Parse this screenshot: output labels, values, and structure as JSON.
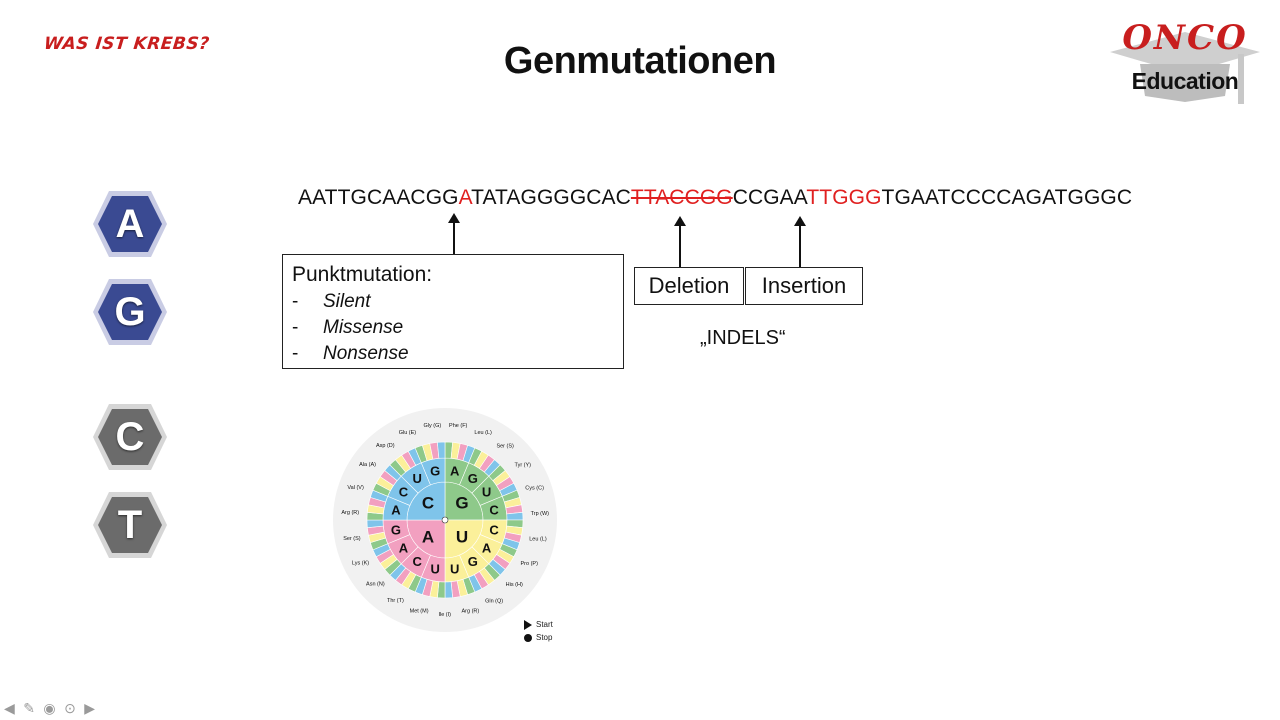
{
  "header": {
    "brand_left": "WAS IST KREBS?",
    "title": "Genmutationen",
    "logo_top": "ONCO",
    "logo_bottom": "Education"
  },
  "nucleotides": [
    {
      "letter": "A",
      "color": "#3a4a92"
    },
    {
      "letter": "G",
      "color": "#3a4a92"
    },
    {
      "letter": "C",
      "color": "#6b6b6b"
    },
    {
      "letter": "T",
      "color": "#6b6b6b"
    }
  ],
  "sequence": {
    "seg1": "AATTGCAACGG",
    "point": "A",
    "seg2": "TATAGGGGCAC",
    "deleted": "TTACCGG",
    "seg3": "CCGAA",
    "inserted": "TTGGG",
    "seg4": "TGAATCCCCAGATGGGC"
  },
  "point_mutation": {
    "title": "Punktmutation:",
    "items": [
      "Silent",
      "Missense",
      "Nonsense"
    ],
    "dash": "-"
  },
  "deletion_label": "Deletion",
  "insertion_label": "Insertion",
  "indels_label": "„INDELS“",
  "codon_wheel": {
    "inner": [
      "G",
      "U",
      "A",
      "C"
    ],
    "middle": [
      "A",
      "G",
      "U",
      "C",
      "C",
      "A",
      "G",
      "U",
      "U",
      "C",
      "A",
      "G",
      "A",
      "C",
      "U",
      "G"
    ],
    "amino_acids": [
      "Phe (F)",
      "Leu (L)",
      "Ser (S)",
      "Tyr (Y)",
      "Cys (C)",
      "Trp (W)",
      "Leu (L)",
      "Pro (P)",
      "His (H)",
      "Gln (Q)",
      "Arg (R)",
      "Ile (I)",
      "Met (M)",
      "Thr (T)",
      "Asn (N)",
      "Lys (K)",
      "Ser (S)",
      "Arg (R)",
      "Val (V)",
      "Ala (A)",
      "Asp (D)",
      "Glu (E)",
      "Gly (G)"
    ],
    "legend_start": "Start",
    "legend_stop": "Stop"
  },
  "colors": {
    "accent_red": "#e02020",
    "brand_red": "#c81e1e",
    "hex_blue": "#3a4a92",
    "hex_gray": "#6b6b6b",
    "wheel_green": "#8ec98a",
    "wheel_blue": "#7fc4ea",
    "wheel_yellow": "#fbf09a",
    "wheel_pink": "#f2a0c0"
  }
}
